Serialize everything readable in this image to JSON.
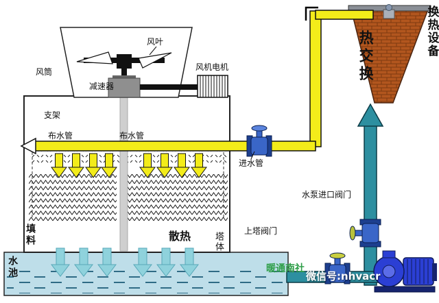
{
  "diagram": {
    "fan_blade": "风叶",
    "fan_duct": "风筒",
    "fan_motor": "风机电机",
    "reducer": "减速器",
    "support": "支架",
    "dist_pipe": "布水管",
    "inlet_pipe": "进水管",
    "fill_material": "填料",
    "heat_dissipation": "散热",
    "tower_body": "塔体",
    "water_pool": "水池",
    "upper_tower_valve": "上塔阀门",
    "pump_inlet_valve": "水泵进口阀门",
    "heat_exchange": "热交换",
    "heat_exchange_equipment": "换热设备"
  },
  "watermark": {
    "brand": "暖通南社",
    "wechat": "微信号:nhvacr"
  },
  "colors": {
    "hot_water_pipe": "#f3ec1a",
    "cold_water_pipe": "#2d8fa0",
    "pool_fill": "#bedee9",
    "exchanger_brick": "#b2561e",
    "pump_blue": "#2b3fd4",
    "valve_blue": "#3a66c8",
    "drain_arrow": "#8fd2dc",
    "watermark_green": "#2e9e48"
  }
}
